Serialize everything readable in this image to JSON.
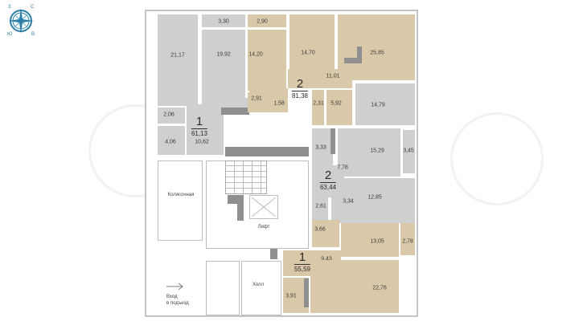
{
  "compass": {
    "icon": "compass-rose-icon",
    "labels": {
      "north_west": "З",
      "north_east": "С",
      "south_west": "Ю",
      "south_east": "В"
    },
    "color": "#2b7fa8"
  },
  "colors": {
    "gray_room": "#cfcfcf",
    "tan_room": "#d9c9a8",
    "wall": "#b8b8b8",
    "dark_block": "#8f8f8f"
  },
  "apartments": [
    {
      "id": "apt-1-left",
      "rooms_count": "1",
      "total_area": "61,13",
      "color": "gray",
      "rooms": [
        "21,17",
        "19,92",
        "3,30",
        "2,06",
        "4,06",
        "10,62"
      ]
    },
    {
      "id": "apt-2-top",
      "rooms_count": "2",
      "total_area": "81,38",
      "color": "tan",
      "rooms": [
        "2,90",
        "14,20",
        "14,70",
        "25,85",
        "11,01",
        "2,91",
        "1,58",
        "2,31",
        "5,92"
      ]
    },
    {
      "id": "apt-2-middle",
      "rooms_count": "2",
      "total_area": "63,44",
      "color": "gray",
      "rooms": [
        "14,79",
        "3,33",
        "15,29",
        "3,45",
        "7,78",
        "12,85",
        "2,61",
        "3,34"
      ]
    },
    {
      "id": "apt-1-bottom",
      "rooms_count": "1",
      "total_area": "55,59",
      "color": "tan",
      "rooms": [
        "3,66",
        "13,05",
        "2,78",
        "9,43",
        "3,91",
        "22,76"
      ]
    }
  ],
  "common_areas": {
    "stroller_room": "Колясочная",
    "elevator": "Лифт",
    "hall": "Холл",
    "entrance": "Вход\nв подъезд",
    "entrance_line1": "Вход",
    "entrance_line2": "в подъезд"
  }
}
